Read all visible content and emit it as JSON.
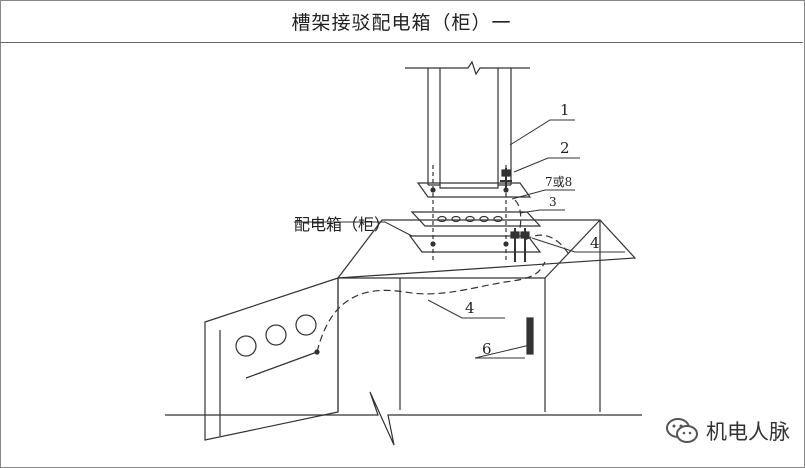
{
  "title": "槽架接驳配电箱（柜）一",
  "labels": {
    "box": "配电箱（柜）",
    "n1": "1",
    "n2": "2",
    "n7or8": "7或8",
    "n3": "3",
    "n4_right": "4",
    "n4_mid": "4",
    "n6": "6"
  },
  "watermark": {
    "text": "机电人脉",
    "icon": "wechat-icon"
  },
  "colors": {
    "line": "#333333",
    "background": "#ffffff"
  }
}
